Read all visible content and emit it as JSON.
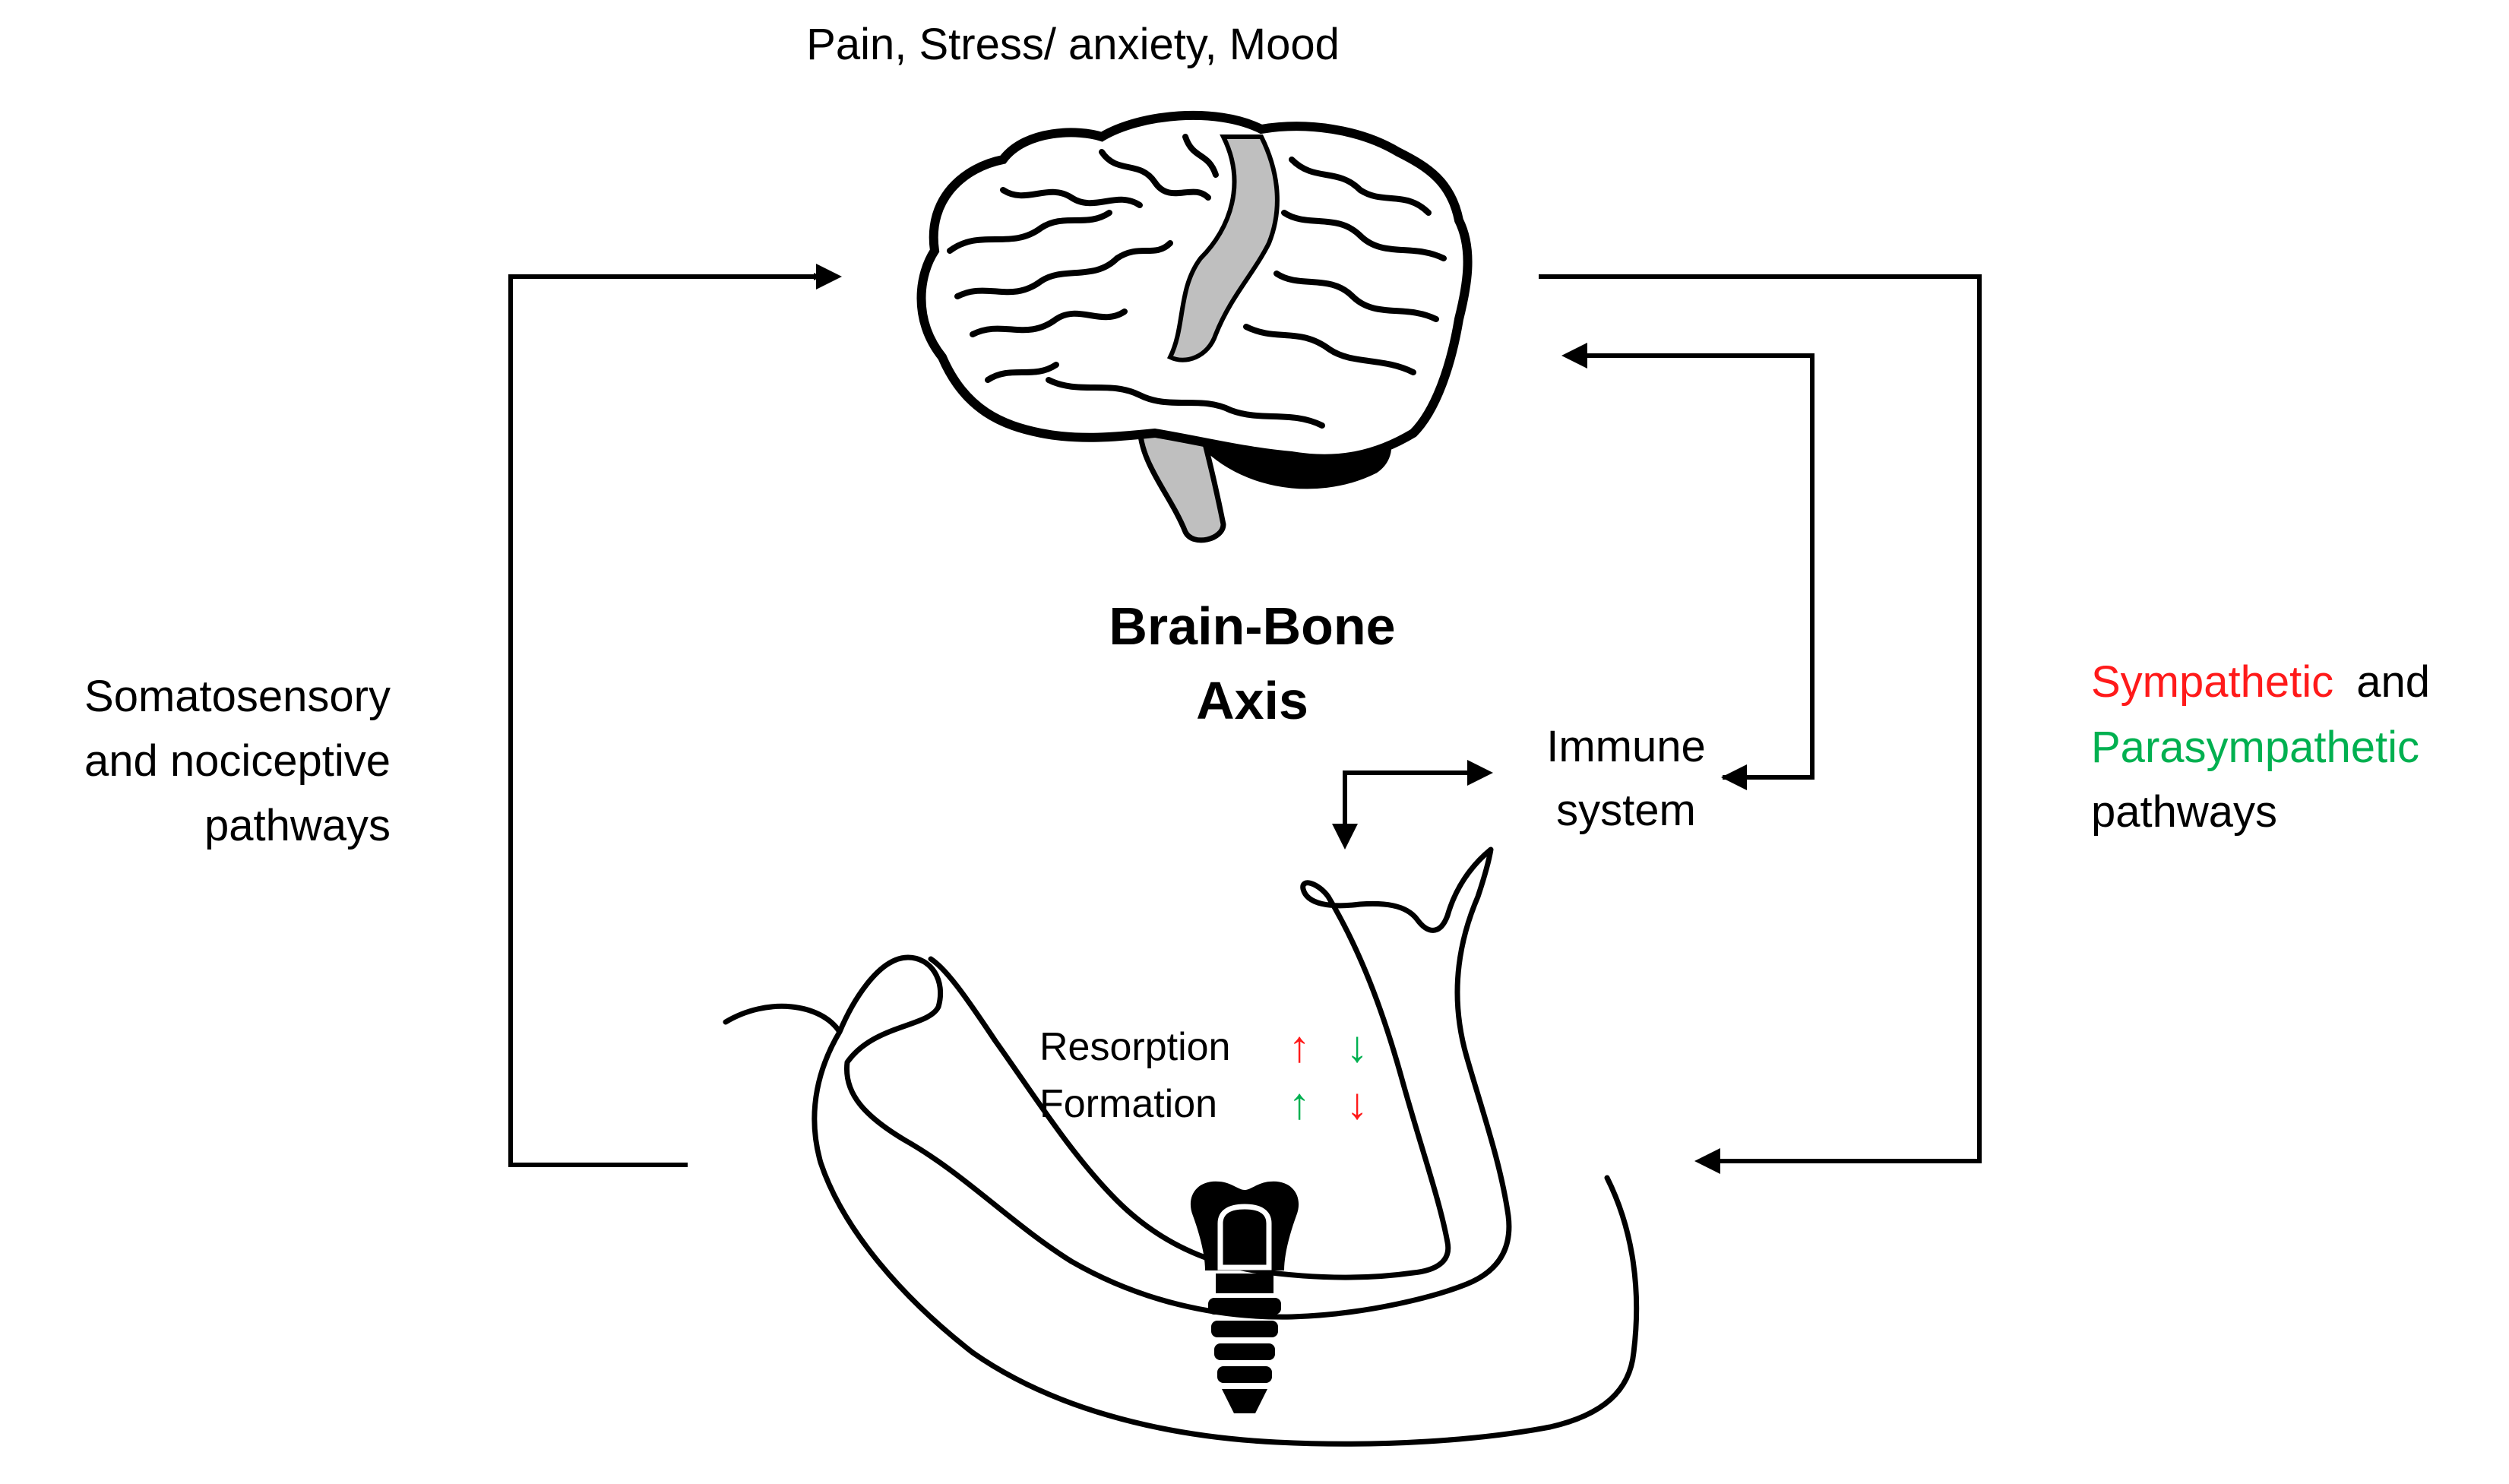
{
  "header": {
    "top_label": "Pain, Stress/ anxiety, Mood"
  },
  "center": {
    "title_line1": "Brain-Bone",
    "title_line2": "Axis"
  },
  "left_pathway": {
    "line1": "Somatosensory",
    "line2": "and nociceptive",
    "line3": "pathways"
  },
  "right_pathway": {
    "sympathetic": "Sympathetic",
    "and": "and",
    "parasympathetic": "Parasympathetic",
    "pathways": "pathways"
  },
  "immune": {
    "line1": "Immune",
    "line2": "system"
  },
  "bone": {
    "resorption_label": "Resorption",
    "formation_label": "Formation"
  },
  "icons": {
    "brain": "brain-icon",
    "jaw": "mandible-icon",
    "implant": "dental-implant-icon",
    "up_arrow": "↑",
    "down_arrow": "↓"
  },
  "colors": {
    "sympathetic": "#ff1a1a",
    "parasympathetic": "#00b050",
    "line": "#000000",
    "brain_highlight": "#bfbfbf"
  }
}
